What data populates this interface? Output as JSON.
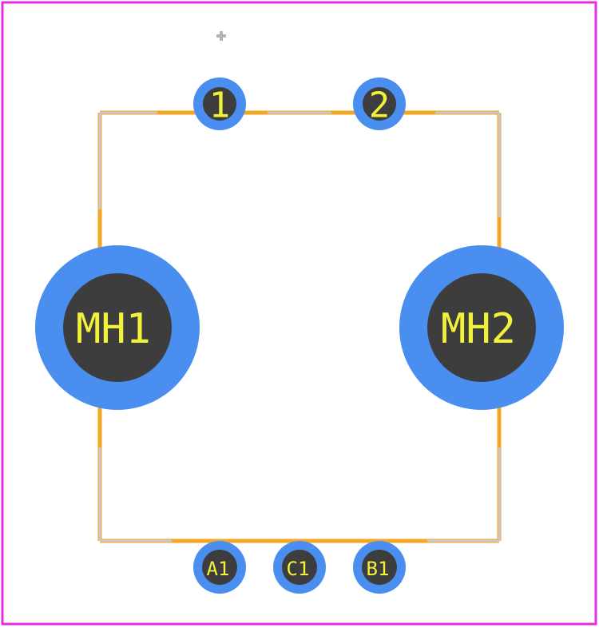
{
  "colors": {
    "board_outline": "#e62ee6",
    "courtyard": "#f5a623",
    "silkscreen": "#c8c8c8",
    "pad_copper": "#4a8ff0",
    "pad_drill": "#3d3d3d",
    "pad_text": "#f2f23a",
    "origin_marker": "#b4b4b4"
  },
  "pads": {
    "pin1": {
      "label": "1"
    },
    "pin2": {
      "label": "2"
    },
    "mh1": {
      "label": "MH1"
    },
    "mh2": {
      "label": "MH2"
    },
    "a1": {
      "label": "A1"
    },
    "c1": {
      "label": "C1"
    },
    "b1": {
      "label": "B1"
    }
  }
}
